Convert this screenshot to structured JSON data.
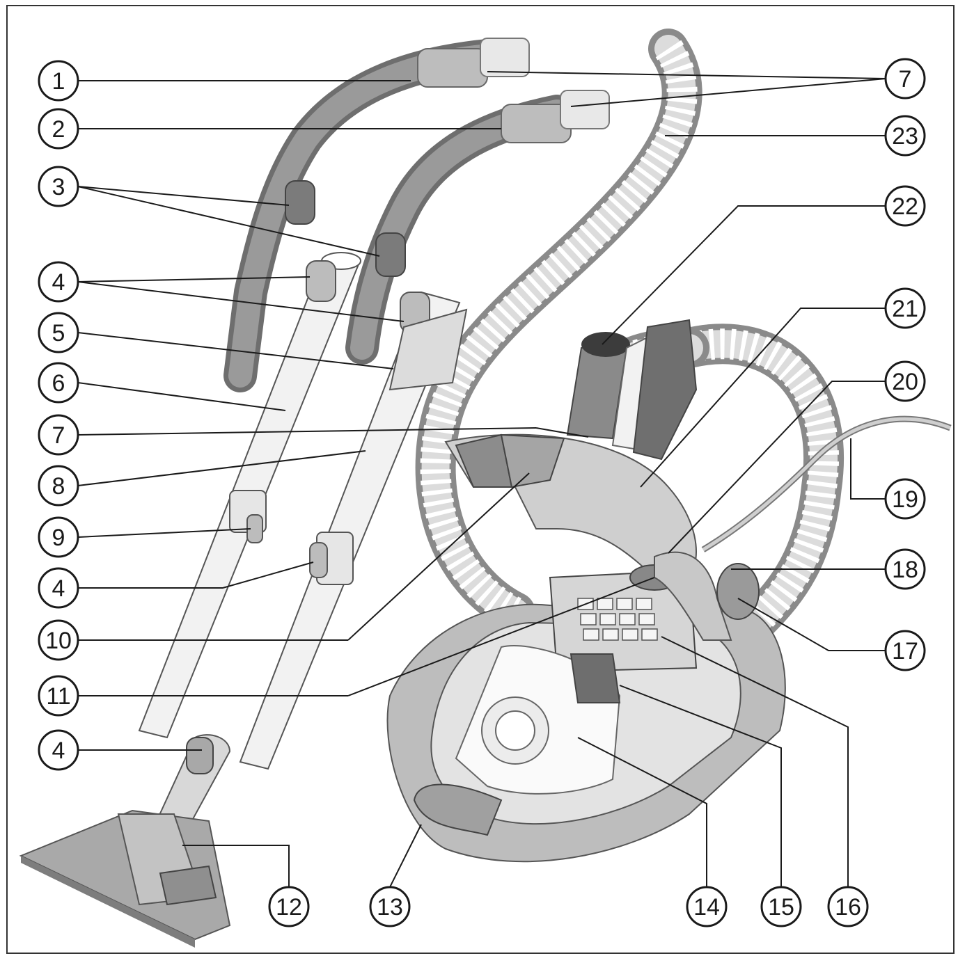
{
  "callouts": [
    {
      "id": "c1",
      "label": "1"
    },
    {
      "id": "c2",
      "label": "2"
    },
    {
      "id": "c3",
      "label": "3"
    },
    {
      "id": "c4a",
      "label": "4"
    },
    {
      "id": "c5",
      "label": "5"
    },
    {
      "id": "c6",
      "label": "6"
    },
    {
      "id": "c7a",
      "label": "7"
    },
    {
      "id": "c8",
      "label": "8"
    },
    {
      "id": "c9",
      "label": "9"
    },
    {
      "id": "c4b",
      "label": "4"
    },
    {
      "id": "c10",
      "label": "10"
    },
    {
      "id": "c11",
      "label": "11"
    },
    {
      "id": "c4c",
      "label": "4"
    },
    {
      "id": "c12",
      "label": "12"
    },
    {
      "id": "c13",
      "label": "13"
    },
    {
      "id": "c14",
      "label": "14"
    },
    {
      "id": "c15",
      "label": "15"
    },
    {
      "id": "c16",
      "label": "16"
    },
    {
      "id": "c17",
      "label": "17"
    },
    {
      "id": "c18",
      "label": "18"
    },
    {
      "id": "c19",
      "label": "19"
    },
    {
      "id": "c20",
      "label": "20"
    },
    {
      "id": "c21",
      "label": "21"
    },
    {
      "id": "c22",
      "label": "22"
    },
    {
      "id": "c23",
      "label": "23"
    },
    {
      "id": "c7b",
      "label": "7"
    }
  ]
}
